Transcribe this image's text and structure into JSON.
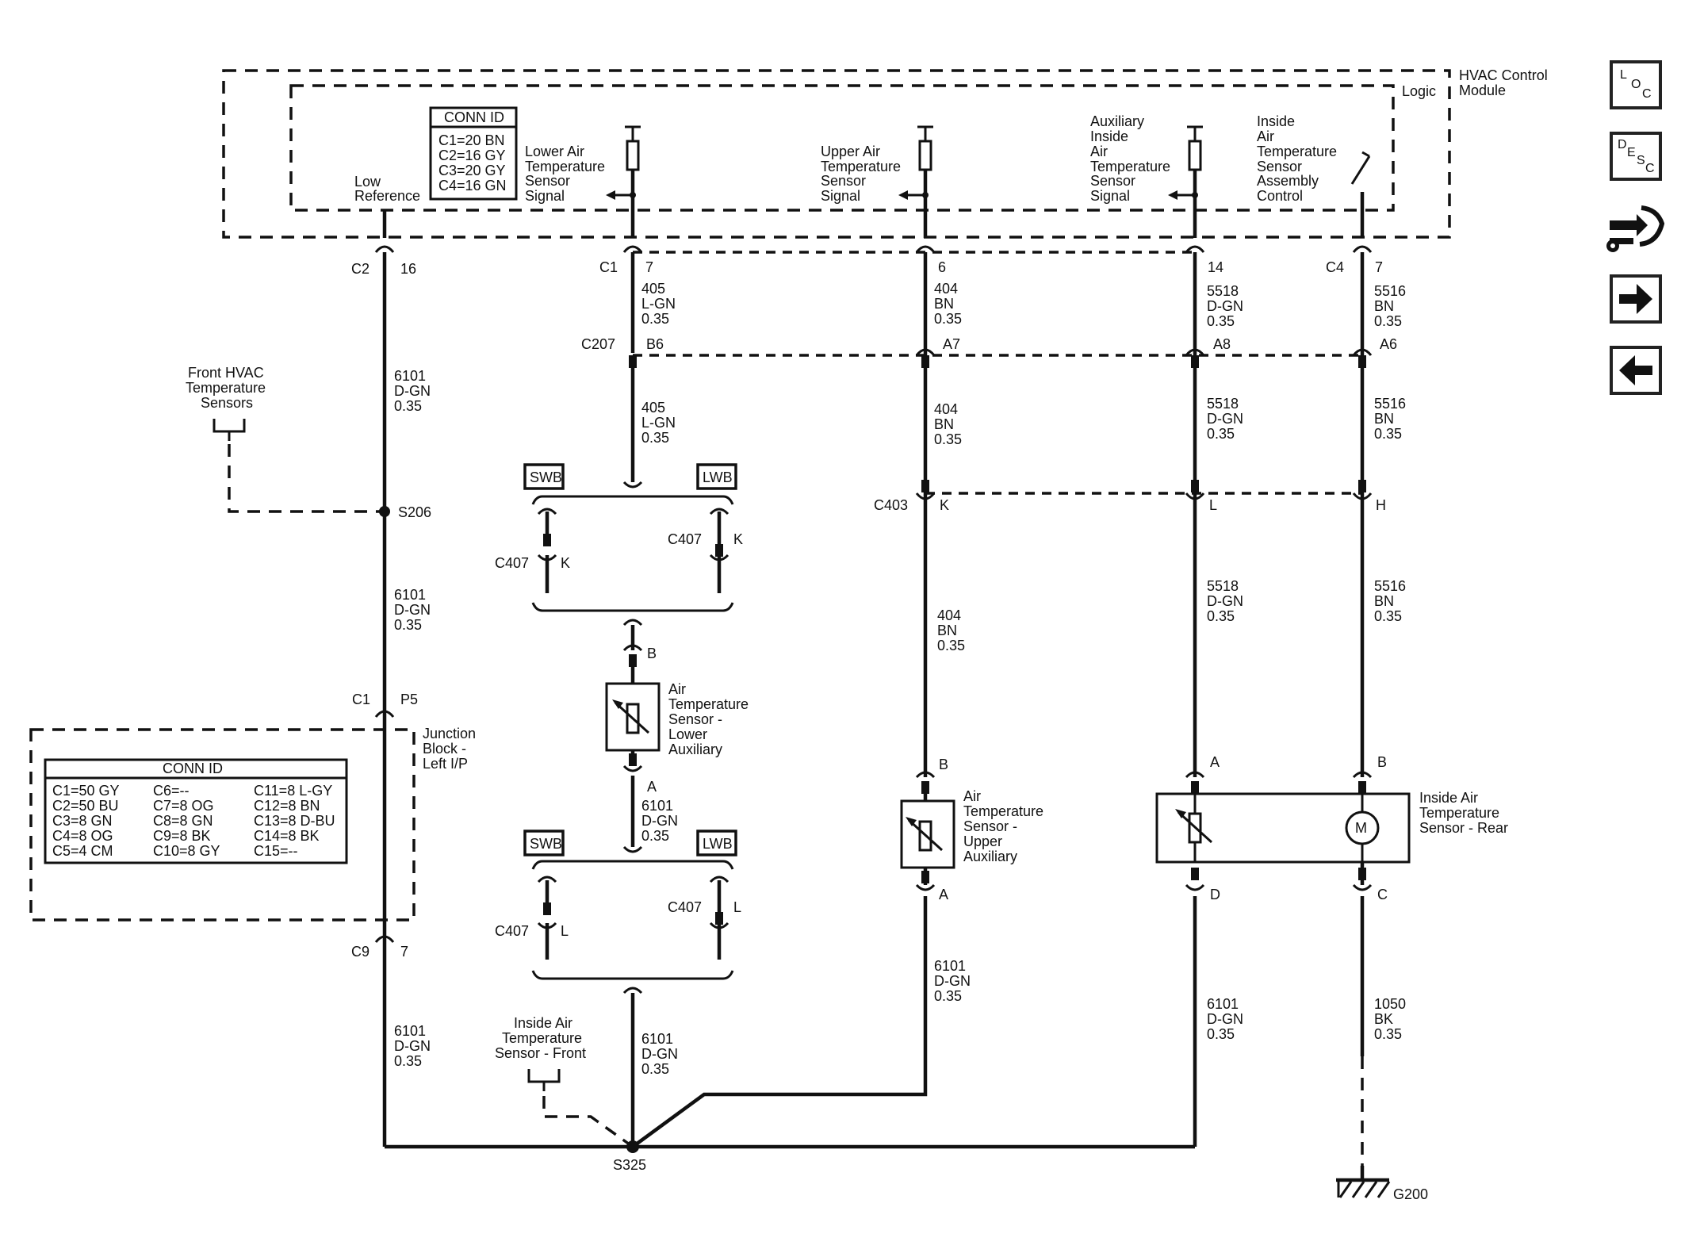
{
  "module": {
    "title_line1": "HVAC Control",
    "title_line2": "Module",
    "logic": "Logic",
    "conn_id_title": "CONN ID",
    "conn_id_rows": [
      "C1=20 BN",
      "C2=16 GY",
      "C3=20 GY",
      "C4=16 GN"
    ],
    "low_ref": [
      "Low",
      "Reference"
    ],
    "lower_sig": [
      "Lower Air",
      "Temperature",
      "Sensor",
      "Signal"
    ],
    "upper_sig": [
      "Upper Air",
      "Temperature",
      "Sensor",
      "Signal"
    ],
    "aux_sig": [
      "Auxiliary",
      "Inside",
      "Air",
      "Temperature",
      "Sensor",
      "Signal"
    ],
    "inside_ctrl": [
      "Inside",
      "Air",
      "Temperature",
      "Sensor",
      "Assembly",
      "Control"
    ]
  },
  "connectors": {
    "c2": "C2",
    "c2_pin": "16",
    "c1": "C1",
    "c1_pin_lower": "7",
    "c1_pin_upper": "6",
    "c1_pin_aux": "14",
    "c4": "C4",
    "c4_pin": "7",
    "c207": "C207",
    "c207_b6": "B6",
    "c207_a7": "A7",
    "c207_a8": "A8",
    "c207_a6": "A6",
    "c403": "C403",
    "c403_k": "K",
    "c403_l": "L",
    "c403_h": "H",
    "c407": "C407",
    "k": "K",
    "l": "L",
    "jb_c1": "C1",
    "jb_p5": "P5",
    "jb_c9": "C9",
    "jb_7": "7",
    "pin_b": "B",
    "pin_a": "A",
    "pin_d": "D",
    "pin_c": "C"
  },
  "wires": {
    "w6101": [
      "6101",
      "D-GN",
      "0.35"
    ],
    "w405": [
      "405",
      "L-GN",
      "0.35"
    ],
    "w404": [
      "404",
      "BN",
      "0.35"
    ],
    "w5518": [
      "5518",
      "D-GN",
      "0.35"
    ],
    "w5516": [
      "5516",
      "BN",
      "0.35"
    ],
    "w1050": [
      "1050",
      "BK",
      "0.35"
    ]
  },
  "splices": {
    "s206": "S206",
    "s325": "S325",
    "g200": "G200"
  },
  "labels": {
    "front_hvac": [
      "Front HVAC",
      "Temperature",
      "Sensors"
    ],
    "inside_front": [
      "Inside Air",
      "Temperature",
      "Sensor - Front"
    ],
    "sensor_lower": [
      "Air",
      "Temperature",
      "Sensor -",
      "Lower",
      "Auxiliary"
    ],
    "sensor_upper": [
      "Air",
      "Temperature",
      "Sensor -",
      "Upper",
      "Auxiliary"
    ],
    "sensor_rear": [
      "Inside Air",
      "Temperature",
      "Sensor - Rear"
    ],
    "junction": [
      "Junction",
      "Block -",
      "Left I/P"
    ],
    "swb": "SWB",
    "lwb": "LWB",
    "motor": "M"
  },
  "junction_conn": {
    "title": "CONN ID",
    "col1": [
      "C1=50 GY",
      "C2=50 BU",
      "C3=8 GN",
      "C4=8 OG",
      "C5=4 CM"
    ],
    "col2": [
      "C6=--",
      "C7=8 OG",
      "C8=8 GN",
      "C9=8 BK",
      "C10=8 GY"
    ],
    "col3": [
      "C11=8 L-GY",
      "C12=8 BN",
      "C13=8 D-BU",
      "C14=8 BK",
      "C15=--"
    ]
  },
  "nav": {
    "loc": [
      "L",
      "O",
      "C"
    ],
    "desc": [
      "D",
      "E",
      "S",
      "C"
    ]
  },
  "icons": [
    "loc-icon",
    "desc-icon",
    "schematic-flow-icon",
    "next-arrow-icon",
    "previous-arrow-icon"
  ]
}
